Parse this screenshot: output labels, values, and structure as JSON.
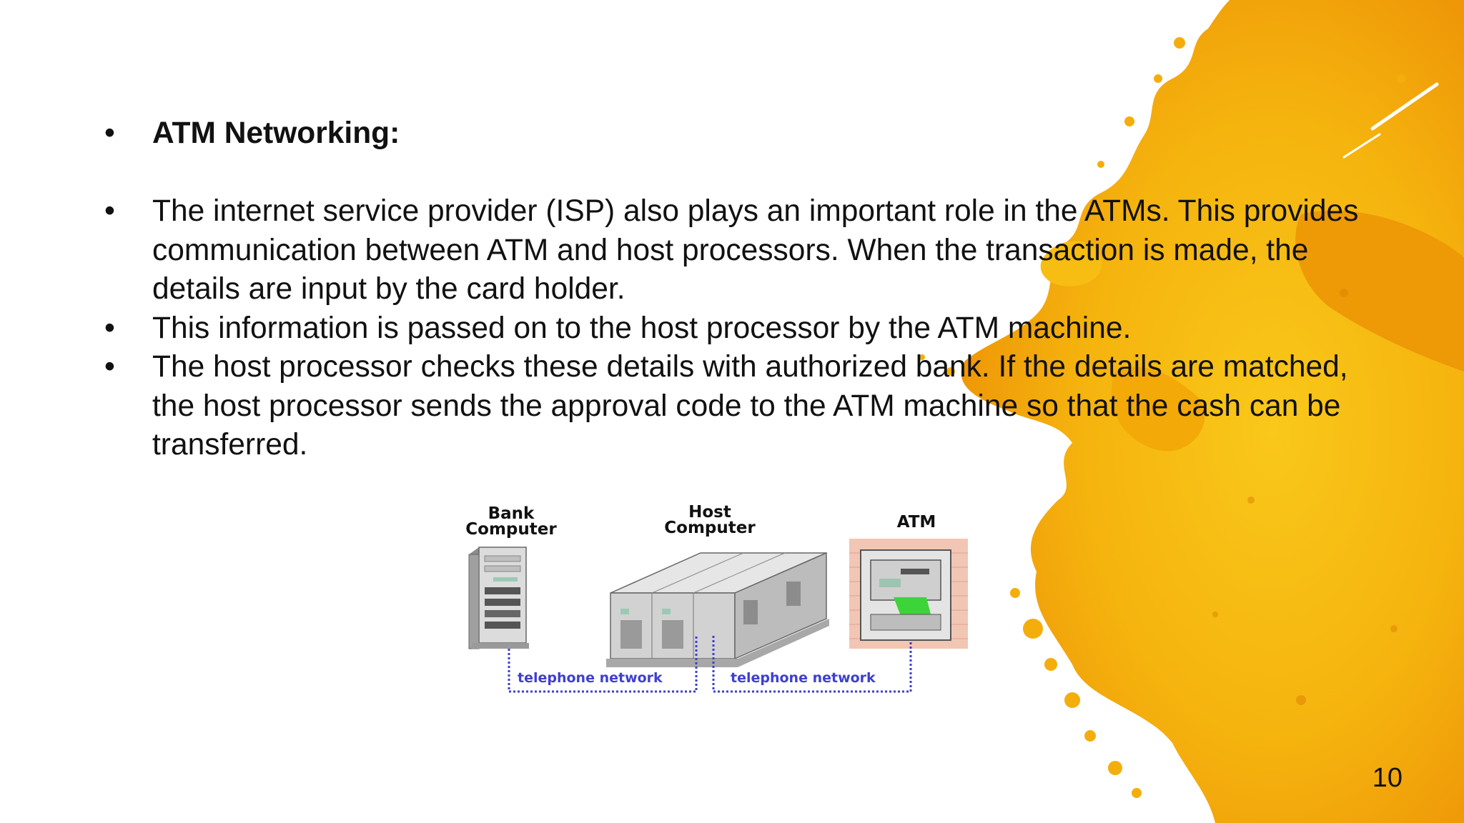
{
  "slide": {
    "bullets": [
      {
        "text": "ATM Networking:",
        "bold": true
      },
      {
        "text": "The internet service provider (ISP) also plays an important role in the ATMs. This provides communication between ATM and host processors. When the transaction is made, the details are input by the card holder."
      },
      {
        "text": "This information is passed on to the host processor by the ATM machine."
      },
      {
        "text": "The host processor checks these details with authorized bank. If the details are matched, the host processor sends the approval code to the ATM machine so that the cash can be transferred."
      }
    ],
    "bullet_glyph": "•",
    "page_number": "10"
  },
  "diagram": {
    "bank_label": "Bank\nComputer",
    "host_label": "Host\nComputer",
    "atm_label": "ATM",
    "network_label_left": "telephone network",
    "network_label_right": "telephone network"
  },
  "theme": {
    "splash_orange": "#f2a007",
    "splash_yellow": "#f9c91a",
    "network_blue": "#3f3fd0"
  }
}
